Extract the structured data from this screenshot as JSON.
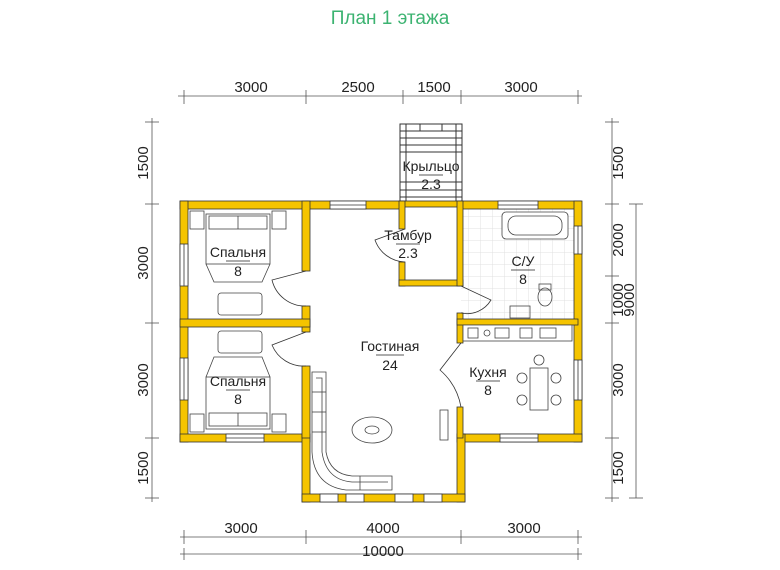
{
  "title": "План 1 этажа",
  "dimensions": {
    "top": [
      "3000",
      "2500",
      "1500",
      "3000"
    ],
    "bottom": [
      "3000",
      "4000",
      "3000"
    ],
    "bottom_total": "10000",
    "left": [
      "1500",
      "3000",
      "3000",
      "1500"
    ],
    "right": [
      "1500",
      "2000",
      "1000",
      "3000",
      "1500"
    ],
    "right_total": "9000"
  },
  "rooms": {
    "porch": {
      "name": "Крыльцо",
      "area": "2.3"
    },
    "vestibule": {
      "name": "Тамбур",
      "area": "2.3"
    },
    "bathroom": {
      "name": "С/У",
      "area": "8"
    },
    "bedroom_top": {
      "name": "Спальня",
      "area": "8"
    },
    "bedroom_bottom": {
      "name": "Спальня",
      "area": "8"
    },
    "living": {
      "name": "Гостиная",
      "area": "24"
    },
    "kitchen": {
      "name": "Кухня",
      "area": "8"
    }
  },
  "colors": {
    "wall": "#f5c400",
    "wall_outline": "#333333",
    "bathroom_tile": "#e0e0e0",
    "title": "#3cb371",
    "dimension_line": "#555555"
  }
}
